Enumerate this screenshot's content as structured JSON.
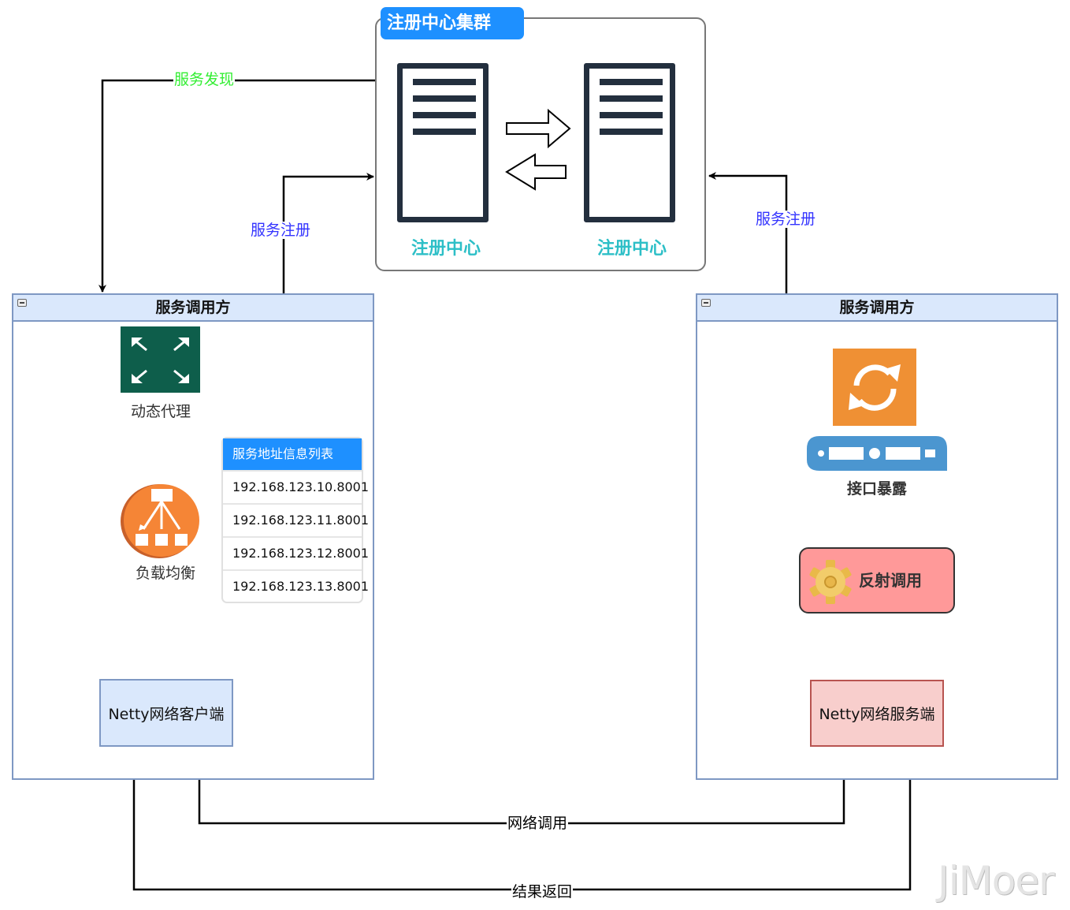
{
  "registry_cluster": {
    "title": "注册中心集群",
    "nodes": [
      {
        "label": "注册中心",
        "icon": "server-icon"
      },
      {
        "label": "注册中心",
        "icon": "server-icon"
      }
    ],
    "sync_icons": [
      "arrow-right-outline-icon",
      "arrow-left-outline-icon"
    ]
  },
  "edges": {
    "discovery": {
      "label": "服务发现",
      "color": "#33FF33"
    },
    "register_left": {
      "label": "服务注册",
      "color": "#3333FF"
    },
    "register_right": {
      "label": "服务注册",
      "color": "#3333FF"
    },
    "network_call": {
      "label": "网络调用",
      "color": "#000000"
    },
    "result_return": {
      "label": "结果返回",
      "color": "#000000"
    }
  },
  "consumer": {
    "title": "服务调用方",
    "dynamic_proxy": {
      "label": "动态代理",
      "icon": "expand-arrows-icon",
      "color": "#0E5E4B"
    },
    "load_balancer": {
      "label": "负载均衡",
      "icon": "load-balancer-icon",
      "color": "#F58536"
    },
    "address_list": {
      "title": "服务地址信息列表",
      "items": [
        "192.168.123.10.8001",
        "192.168.123.11.8001",
        "192.168.123.12.8001",
        "192.168.123.13.8001"
      ]
    },
    "netty_client": {
      "label": "Netty网络客户端"
    }
  },
  "provider": {
    "title": "服务调用方",
    "interface_exposure": {
      "label": "接口暴露",
      "icons": [
        "sync-icon",
        "network-device-icon"
      ]
    },
    "reflection_call": {
      "label": "反射调用",
      "icon": "gear-icon"
    },
    "netty_server": {
      "label": "Netty网络服务端"
    }
  },
  "watermark": "JiMoer"
}
